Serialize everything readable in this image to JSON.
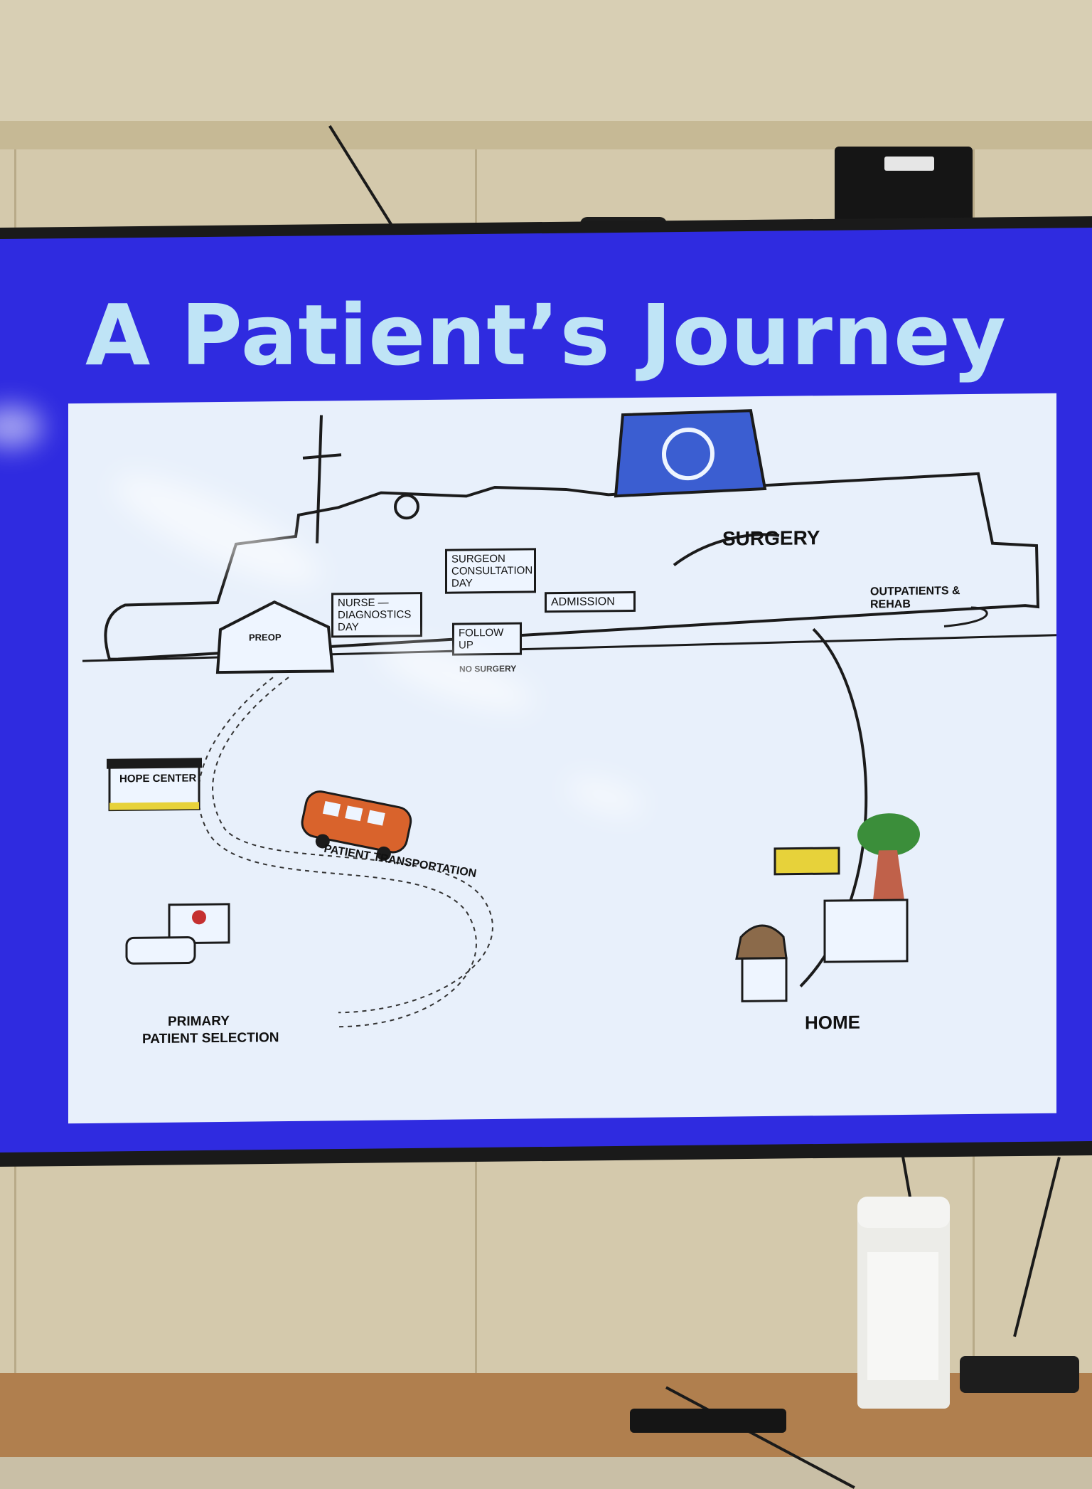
{
  "slide": {
    "title": "A Patient’s Journey",
    "labels": {
      "prepd": "PREOP",
      "nurse": "NURSE — DIAGNOSTICS DAY",
      "consult": "SURGEON CONSULTATION DAY",
      "follow_up": "FOLLOW UP",
      "admission": "ADMISSION",
      "no_surgery": "NO SURGERY",
      "surgery": "SURGERY",
      "outpatients": "OUTPATIENTS & REHAB",
      "hope_center": "HOPE CENTER",
      "transport": "PATIENT TRANSPORTATION",
      "primary_1": "PRIMARY",
      "primary_2": "PATIENT SELECTION",
      "home": "HOME"
    }
  },
  "colors": {
    "screen_blue": "#2f2be0",
    "title_text": "#bfe4f6",
    "slide_bg": "#e8f0fb",
    "ship_funnel": "#3b5ed1",
    "bus": "#d9632c",
    "tree": "#3b8e3a"
  }
}
